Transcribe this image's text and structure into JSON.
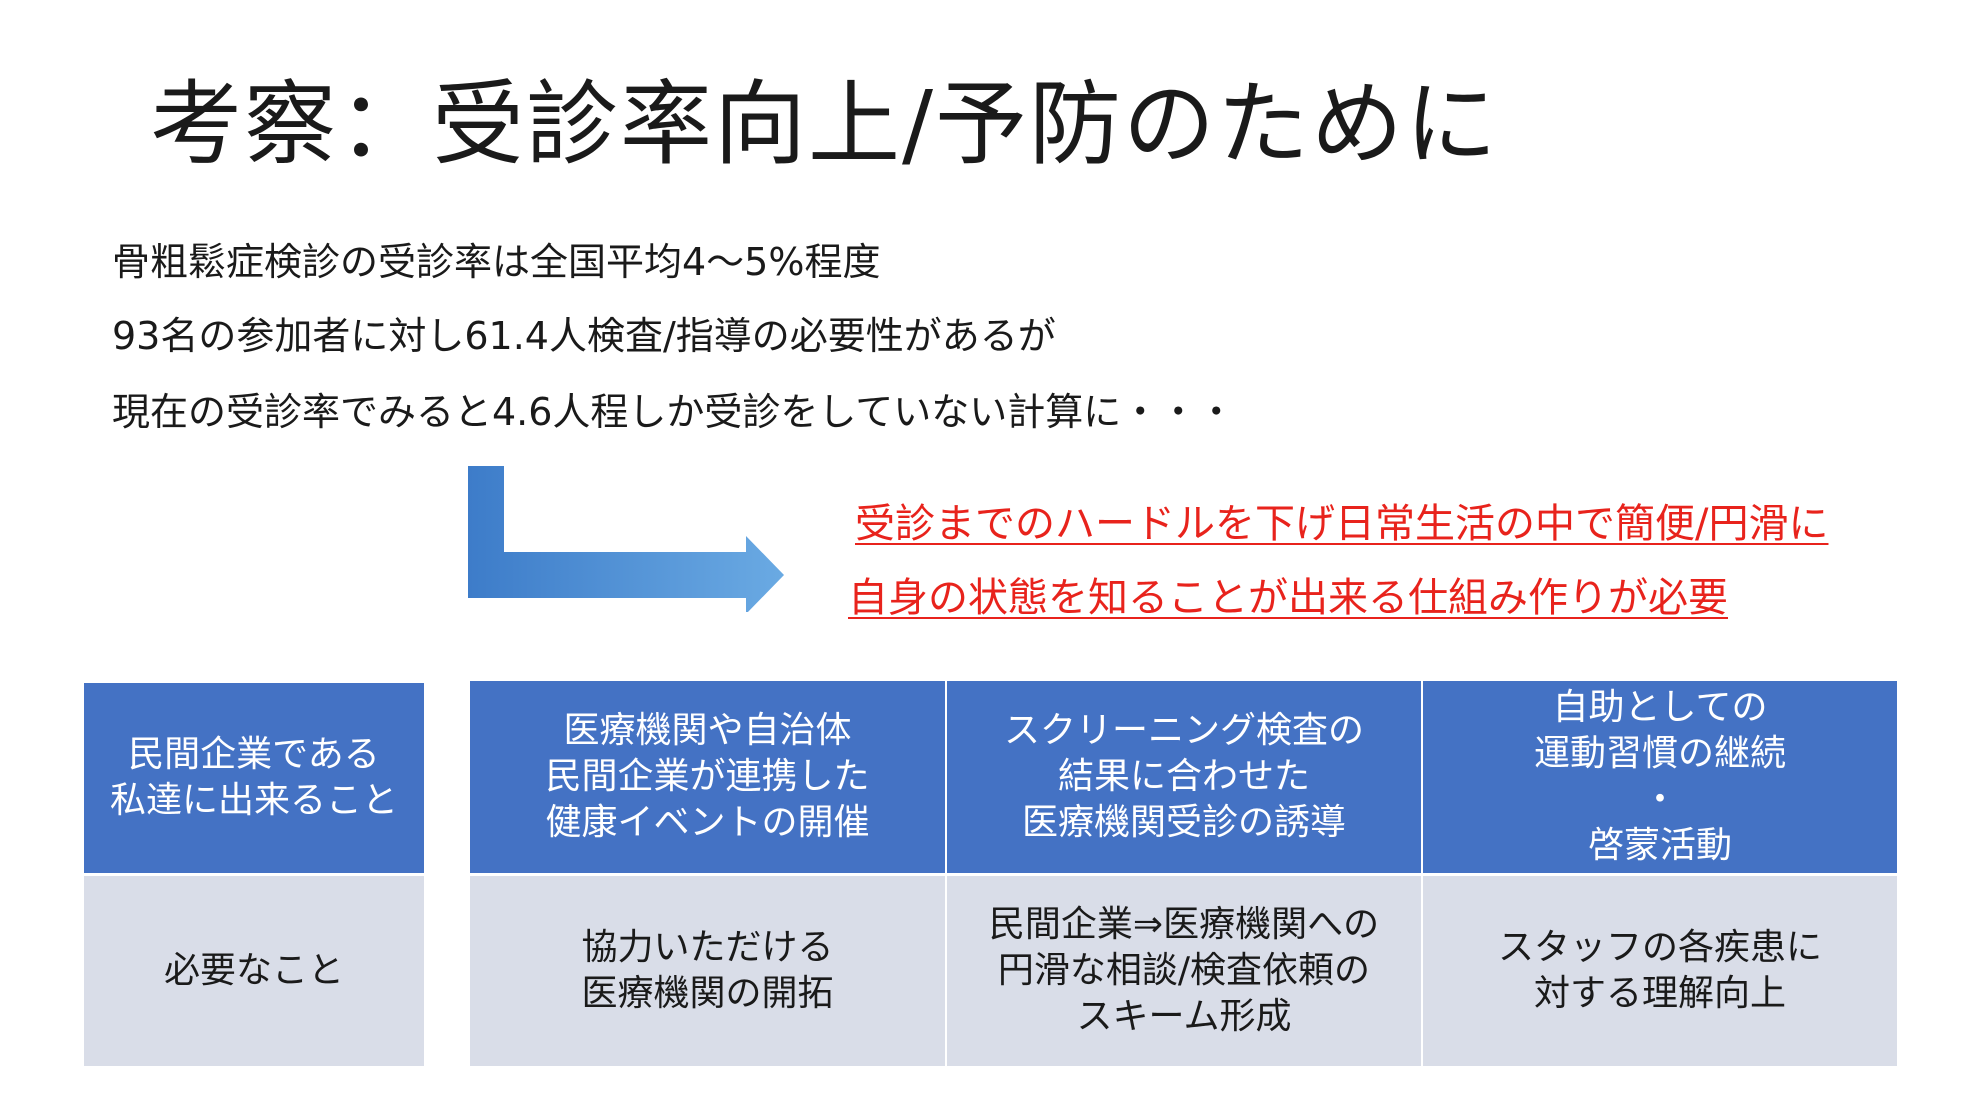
{
  "title": "考察：受診率向上/予防のために",
  "body": {
    "line1": "骨粗鬆症検診の受診率は全国平均4～5%程度",
    "line2": "93名の参加者に対し61.4人検査/指導の必要性があるが",
    "line3": "現在の受診率でみると4.6人程しか受診をしていない計算に・・・"
  },
  "conclusion": {
    "line1": "受診までのハードルを下げ日常生活の中で簡便/円滑に",
    "line2": "自身の状態を知ることが出来る仕組み作りが必要"
  },
  "colors": {
    "header_bg": "#4472c4",
    "row_bg": "#d9dde8",
    "emphasis": "#e8231c",
    "arrow_start": "#3d7cc9",
    "arrow_end": "#6aaae3"
  },
  "arrow_icon": "bent-arrow-right-icon",
  "table": {
    "left": {
      "header": "民間企業である\n私達に出来ること",
      "row": "必要なこと"
    },
    "columns": [
      {
        "header": "医療機関や自治体\n民間企業が連携した\n健康イベントの開催",
        "row": "協力いただける\n医療機関の開拓"
      },
      {
        "header": "スクリーニング検査の\n結果に合わせた\n医療機関受診の誘導",
        "row": "民間企業⇒医療機関への\n円滑な相談/検査依頼の\nスキーム形成"
      },
      {
        "header": "自助としての\n運動習慣の継続\n・\n啓蒙活動",
        "row": "スタッフの各疾患に\n対する理解向上"
      }
    ]
  }
}
